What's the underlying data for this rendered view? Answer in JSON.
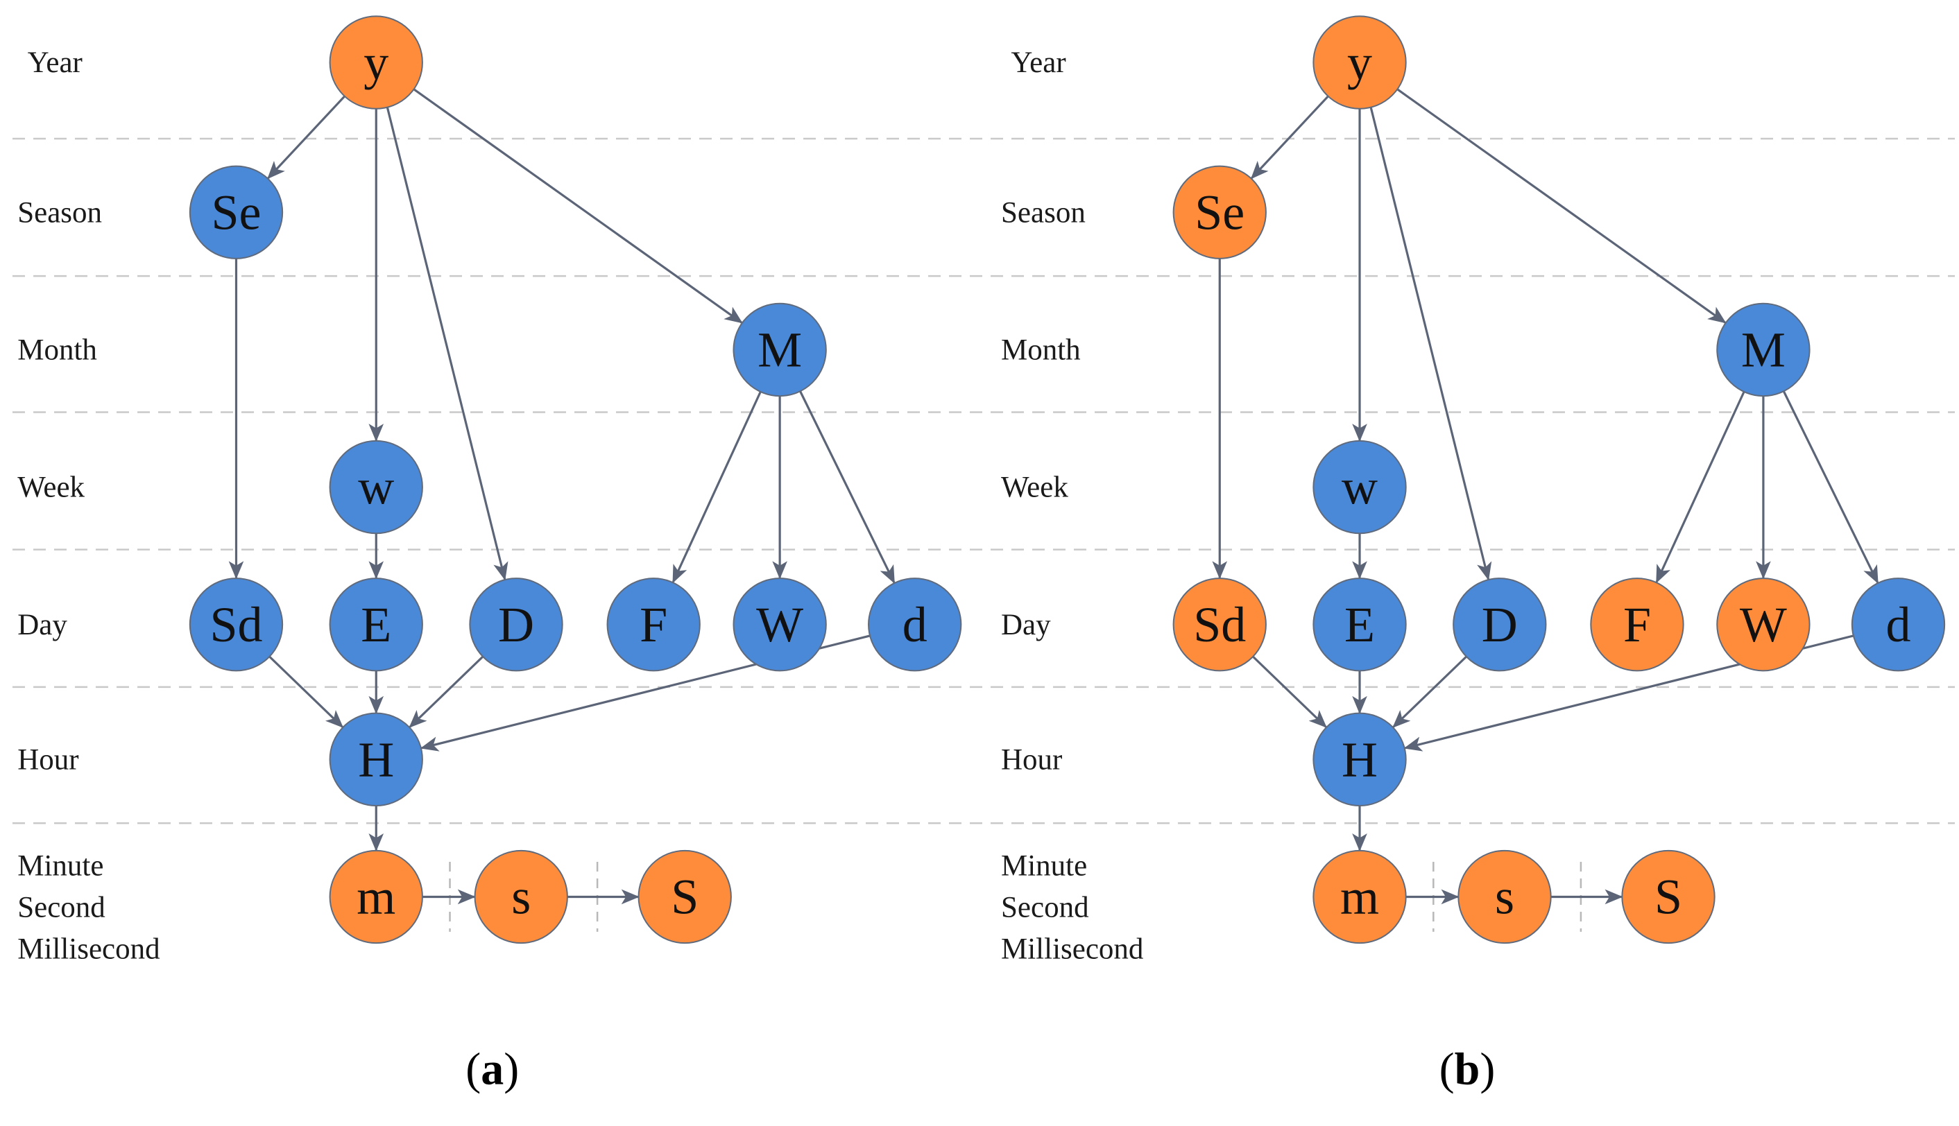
{
  "colors": {
    "orange": "#FF8C3A",
    "blue": "#4A88D8",
    "node_stroke": "#5f6b7d",
    "edge": "#5b6577"
  },
  "rows": [
    {
      "key": "year",
      "label": "Year"
    },
    {
      "key": "season",
      "label": "Season"
    },
    {
      "key": "month",
      "label": "Month"
    },
    {
      "key": "week",
      "label": "Week"
    },
    {
      "key": "day",
      "label": "Day"
    },
    {
      "key": "hour",
      "label": "Hour"
    },
    {
      "key": "sub",
      "label_lines": [
        "Minute",
        "Second",
        "Millisecond"
      ]
    }
  ],
  "edges": [
    [
      "y",
      "Se"
    ],
    [
      "y",
      "w"
    ],
    [
      "y",
      "D"
    ],
    [
      "y",
      "M"
    ],
    [
      "Se",
      "Sd"
    ],
    [
      "w",
      "E"
    ],
    [
      "M",
      "F"
    ],
    [
      "M",
      "W"
    ],
    [
      "M",
      "d"
    ],
    [
      "Sd",
      "H"
    ],
    [
      "E",
      "H"
    ],
    [
      "D",
      "H"
    ],
    [
      "d",
      "H"
    ],
    [
      "H",
      "m"
    ],
    [
      "m",
      "s"
    ],
    [
      "s",
      "S"
    ]
  ],
  "panels": [
    {
      "id": "a",
      "caption_letter": "a",
      "nodes": [
        {
          "id": "y",
          "label": "y",
          "color": "orange"
        },
        {
          "id": "Se",
          "label": "Se",
          "color": "blue"
        },
        {
          "id": "M",
          "label": "M",
          "color": "blue"
        },
        {
          "id": "w",
          "label": "w",
          "color": "blue"
        },
        {
          "id": "Sd",
          "label": "Sd",
          "color": "blue"
        },
        {
          "id": "E",
          "label": "E",
          "color": "blue"
        },
        {
          "id": "D",
          "label": "D",
          "color": "blue"
        },
        {
          "id": "F",
          "label": "F",
          "color": "blue"
        },
        {
          "id": "W",
          "label": "W",
          "color": "blue"
        },
        {
          "id": "d",
          "label": "d",
          "color": "blue"
        },
        {
          "id": "H",
          "label": "H",
          "color": "blue"
        },
        {
          "id": "m",
          "label": "m",
          "color": "orange"
        },
        {
          "id": "s",
          "label": "s",
          "color": "orange"
        },
        {
          "id": "S",
          "label": "S",
          "color": "orange"
        }
      ]
    },
    {
      "id": "b",
      "caption_letter": "b",
      "nodes": [
        {
          "id": "y",
          "label": "y",
          "color": "orange"
        },
        {
          "id": "Se",
          "label": "Se",
          "color": "orange"
        },
        {
          "id": "M",
          "label": "M",
          "color": "blue"
        },
        {
          "id": "w",
          "label": "w",
          "color": "blue"
        },
        {
          "id": "Sd",
          "label": "Sd",
          "color": "orange"
        },
        {
          "id": "E",
          "label": "E",
          "color": "blue"
        },
        {
          "id": "D",
          "label": "D",
          "color": "blue"
        },
        {
          "id": "F",
          "label": "F",
          "color": "orange"
        },
        {
          "id": "W",
          "label": "W",
          "color": "orange"
        },
        {
          "id": "d",
          "label": "d",
          "color": "blue"
        },
        {
          "id": "H",
          "label": "H",
          "color": "blue"
        },
        {
          "id": "m",
          "label": "m",
          "color": "orange"
        },
        {
          "id": "s",
          "label": "s",
          "color": "orange"
        },
        {
          "id": "S",
          "label": "S",
          "color": "orange"
        }
      ]
    }
  ]
}
